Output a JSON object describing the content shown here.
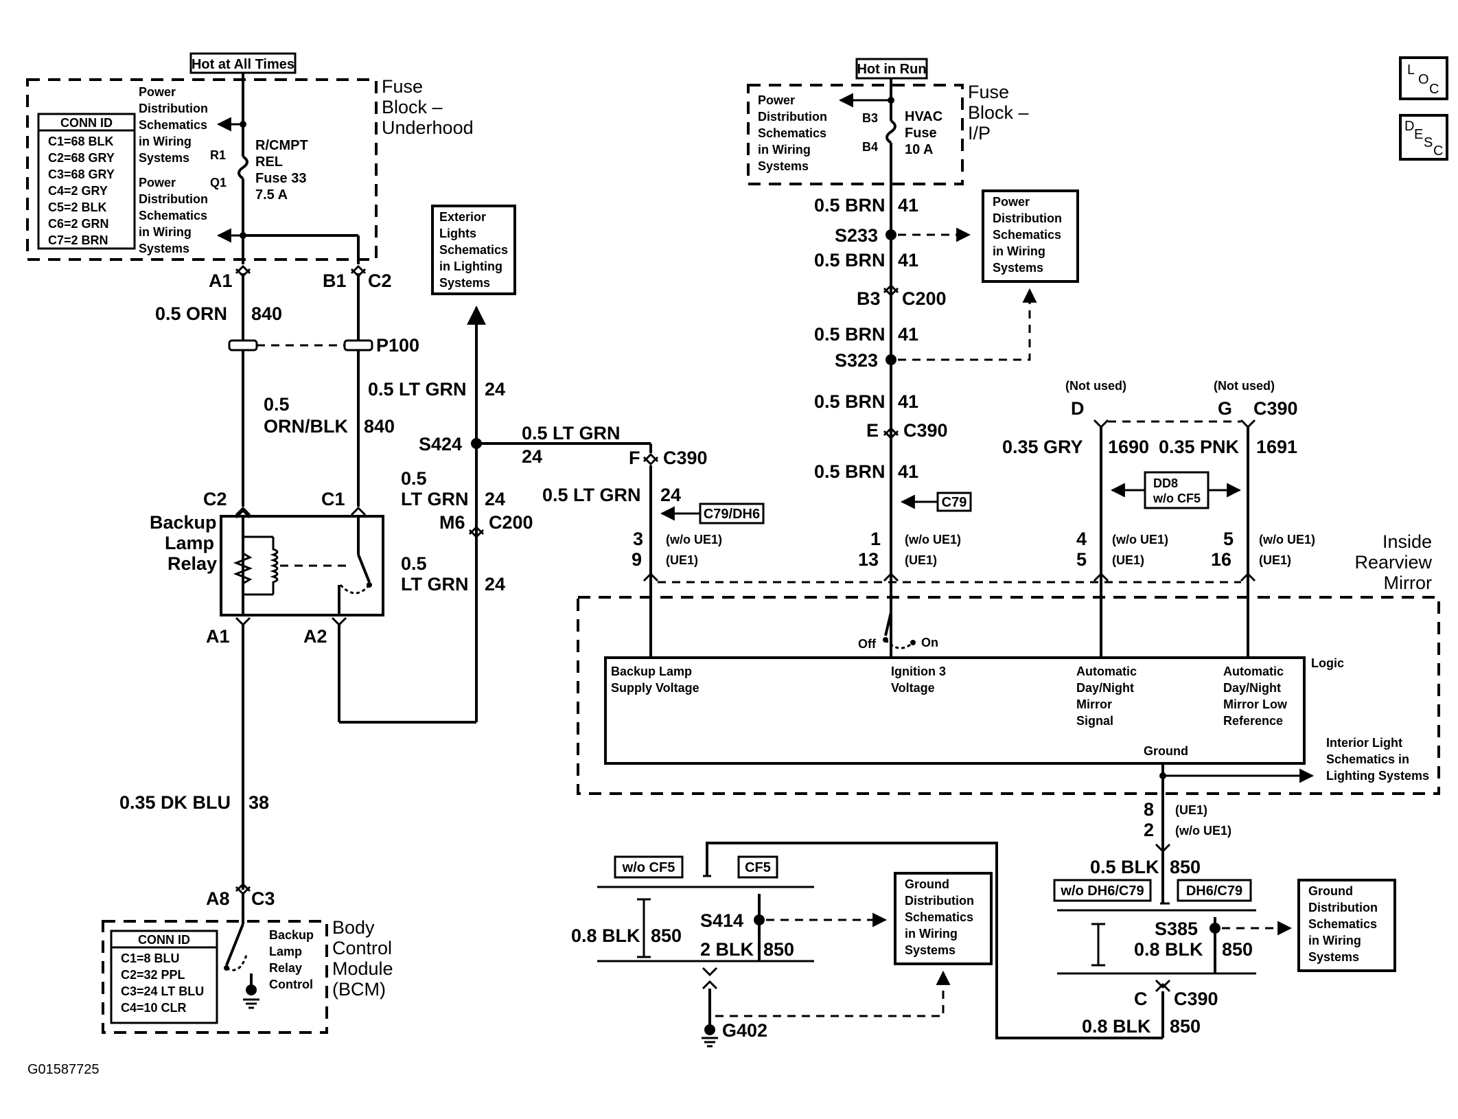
{
  "fuse_underhood": {
    "hot_label": "Hot at All Times",
    "title": [
      "Fuse",
      "Block –",
      "Underhood"
    ],
    "conn_id": {
      "header": "CONN ID",
      "rows": [
        "C1=68 BLK",
        "C2=68 GRY",
        "C3=68 GRY",
        "C4=2 GRY",
        "C5=2 BLK",
        "C6=2 GRN",
        "C7=2 BRN"
      ]
    },
    "pd_top": [
      "Power",
      "Distribution",
      "Schematics",
      "in Wiring",
      "Systems"
    ],
    "pd_bottom": [
      "Power",
      "Distribution",
      "Schematics",
      "in Wiring",
      "Systems"
    ],
    "fuse_labels": [
      "R/CMPT",
      "REL",
      "Fuse 33",
      "7.5 A"
    ],
    "pin_r1": "R1",
    "pin_q1": "Q1",
    "pin_a1": "A1",
    "pin_b1": "B1",
    "conn_c2": "C2"
  },
  "left_circuits": {
    "wire_orn_size": "0.5 ORN",
    "wire_orn_ckt": "840",
    "splice_p100": "P100",
    "wire_ornblk_size": "0.5",
    "wire_ornblk_color": "ORN/BLK",
    "wire_ornblk_ckt": "840",
    "pin_c2": "C2",
    "pin_c1": "C1",
    "relay_name": [
      "Backup",
      "Lamp",
      "Relay"
    ],
    "pin_a1": "A1",
    "pin_a2": "A2",
    "wire_dkblu_size": "0.35 DK BLU",
    "wire_dkblu_ckt": "38"
  },
  "bcm": {
    "pin_a8": "A8",
    "conn_c3": "C3",
    "conn_id": {
      "header": "CONN ID",
      "rows": [
        "C1=8 BLU",
        "C2=32 PPL",
        "C3=24 LT BLU",
        "C4=10 CLR"
      ]
    },
    "control_label": [
      "Backup",
      "Lamp",
      "Relay",
      "Control"
    ],
    "title": [
      "Body",
      "Control",
      "Module",
      "(BCM)"
    ]
  },
  "exterior_lights": [
    "Exterior",
    "Lights",
    "Schematics",
    "in Lighting",
    "Systems"
  ],
  "center_circuits": {
    "wire_ltgrn_top": "0.5 LT GRN",
    "wire_ltgrn_top_ckt": "24",
    "splice_s424": "S424",
    "wire_ltgrn_h": "0.5 LT GRN",
    "wire_ltgrn_h_ckt": "24",
    "wire_ltgrn_mid_size": "0.5",
    "wire_ltgrn_mid_color": "LT GRN",
    "wire_ltgrn_mid_ckt": "24",
    "pin_m6": "M6",
    "conn_c200": "C200",
    "wire_ltgrn_bot_size": "0.5",
    "wire_ltgrn_bot_color": "LT GRN",
    "wire_ltgrn_bot_ckt": "24",
    "pin_f": "F",
    "conn_c390": "C390",
    "wire_ltgrn_f": "0.5 LT GRN",
    "wire_ltgrn_f_ckt": "24",
    "option_c79dh6": "C79/DH6",
    "pin_3": "3",
    "pin_3_note": "(w/o UE1)",
    "pin_9": "9",
    "pin_9_note": "(UE1)"
  },
  "fuse_ip": {
    "hot_label": "Hot in Run",
    "title": [
      "Fuse",
      "Block –",
      "I/P"
    ],
    "pd": [
      "Power",
      "Distribution",
      "Schematics",
      "in Wiring",
      "Systems"
    ],
    "pin_b3": "B3",
    "pin_b4": "B4",
    "fuse_labels": [
      "HVAC",
      "Fuse",
      "10 A"
    ]
  },
  "ignition_circuit": {
    "w1": "0.5 BRN",
    "w1_ckt": "41",
    "splice_s233": "S233",
    "w2": "0.5 BRN",
    "w2_ckt": "41",
    "pin_b3": "B3",
    "conn_c200": "C200",
    "w3": "0.5 BRN",
    "w3_ckt": "41",
    "splice_s323": "S323",
    "w4": "0.5 BRN",
    "w4_ckt": "41",
    "pin_e": "E",
    "conn_c390": "C390",
    "w5": "0.5 BRN",
    "w5_ckt": "41",
    "option_c79": "C79",
    "pin_1": "1",
    "pin_1_note": "(w/o UE1)",
    "pin_13": "13",
    "pin_13_note": "(UE1)",
    "pd_box": [
      "Power",
      "Distribution",
      "Schematics",
      "in Wiring",
      "Systems"
    ]
  },
  "right_circuits": {
    "not_used_d": "(Not used)",
    "not_used_g": "(Not used)",
    "pin_d": "D",
    "pin_g": "G",
    "conn_c390": "C390",
    "w_gry": "0.35 GRY",
    "w_gry_ckt": "1690",
    "w_pnk": "0.35 PNK",
    "w_pnk_ckt": "1691",
    "option_dd8": "DD8",
    "option_wocf5": "w/o CF5",
    "pin_4": "4",
    "pin_4_note": "(w/o UE1)",
    "pin_5a": "5",
    "pin_5a_note": "(UE1)",
    "pin_5b": "5",
    "pin_5b_note": "(w/o UE1)",
    "pin_16": "16",
    "pin_16_note": "(UE1)"
  },
  "mirror": {
    "title": [
      "Inside",
      "Rearview",
      "Mirror"
    ],
    "switch_off": "Off",
    "switch_on": "On",
    "logic": "Logic",
    "backup_supply": [
      "Backup Lamp",
      "Supply Voltage"
    ],
    "ignition3": [
      "Ignition 3",
      "Voltage"
    ],
    "auto_signal": [
      "Automatic",
      "Day/Night",
      "Mirror",
      "Signal"
    ],
    "auto_low": [
      "Automatic",
      "Day/Night",
      "Mirror Low",
      "Reference"
    ],
    "ground": "Ground",
    "interior_light": [
      "Interior Light",
      "Schematics in",
      "Lighting Systems"
    ]
  },
  "ground_circuits": {
    "pin_8": "8",
    "pin_8_note": "(UE1)",
    "pin_2": "2",
    "pin_2_note": "(w/o UE1)",
    "w_blk": "0.5 BLK",
    "w_blk_ckt": "850",
    "option_wodh6": "w/o DH6/C79",
    "option_dh6": "DH6/C79",
    "splice_s385": "S385",
    "w_blk_s385": "0.8 BLK",
    "w_blk_s385_ckt": "850",
    "gd_box_right": [
      "Ground",
      "Distribution",
      "Schematics",
      "in Wiring",
      "Systems"
    ],
    "pin_c": "C",
    "conn_c390": "C390",
    "w_blk_c390": "0.8 BLK",
    "w_blk_c390_ckt": "850",
    "option_wocf5": "w/o CF5",
    "option_cf5": "CF5",
    "splice_s414": "S414",
    "w_blk_left": "0.8 BLK",
    "w_blk_left_ckt": "850",
    "w_2blk": "2 BLK",
    "w_2blk_ckt": "850",
    "gd_box_left": [
      "Ground",
      "Distribution",
      "Schematics",
      "in Wiring",
      "Systems"
    ],
    "ground_g402": "G402"
  },
  "side_icons": {
    "loc": [
      "L",
      "O",
      "C"
    ],
    "desc": [
      "D",
      "E",
      "S",
      "C"
    ]
  },
  "figure_id": "G01587725"
}
